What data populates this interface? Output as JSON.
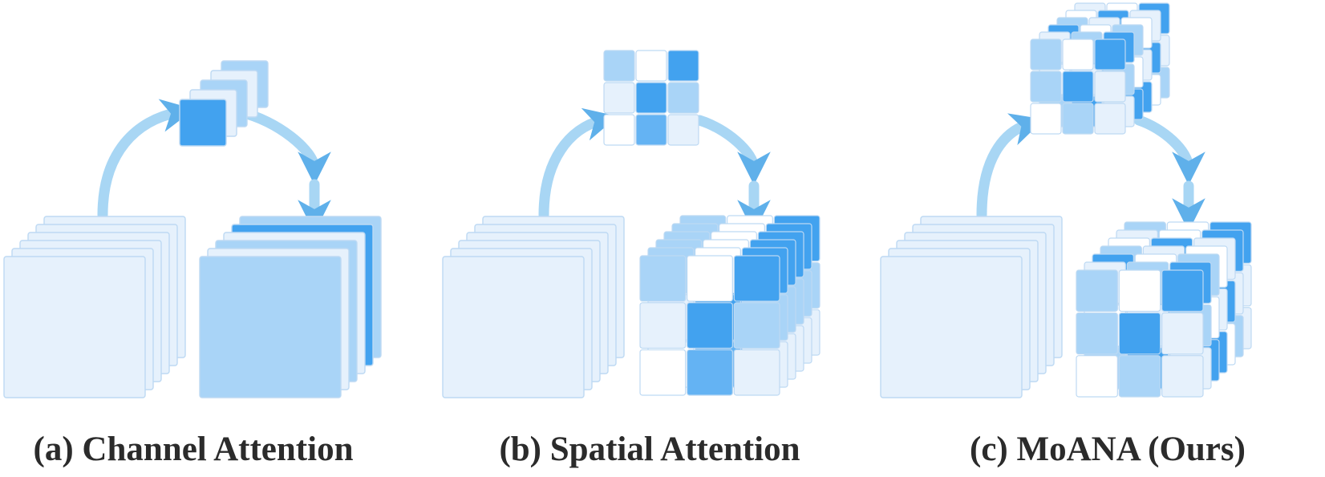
{
  "captions": {
    "channel": "(a) Channel Attention",
    "spatial": "(b) Spatial Attention",
    "moana": "(c) MoANA (Ours)"
  },
  "colors": {
    "pale": "#e6f1fc",
    "light": "#a9d4f7",
    "mid": "#64b3f3",
    "dark": "#42a2ef",
    "white": "#ffffff",
    "border": "#bdd9f3",
    "arrow": "#a8d6f4",
    "arrow_head": "#5fb0ea",
    "text": "#2b2b2b"
  },
  "attention": {
    "channel_weights": [
      "dark",
      "pale",
      "light",
      "pale",
      "light"
    ],
    "spatial_grid": [
      [
        "light",
        "white",
        "dark"
      ],
      [
        "pale",
        "dark",
        "light"
      ],
      [
        "white",
        "mid",
        "pale"
      ]
    ],
    "moana_grids": [
      [
        [
          "light",
          "white",
          "dark"
        ],
        [
          "light",
          "dark",
          "pale"
        ],
        [
          "white",
          "light",
          "pale"
        ]
      ],
      [
        [
          "pale",
          "light",
          "dark"
        ],
        [
          "white",
          "pale",
          "light"
        ],
        [
          "light",
          "dark",
          "pale"
        ]
      ],
      [
        [
          "dark",
          "white",
          "light"
        ],
        [
          "pale",
          "mid",
          "white"
        ],
        [
          "light",
          "pale",
          "dark"
        ]
      ],
      [
        [
          "light",
          "pale",
          "white"
        ],
        [
          "dark",
          "light",
          "pale"
        ],
        [
          "pale",
          "white",
          "dark"
        ]
      ],
      [
        [
          "white",
          "dark",
          "pale"
        ],
        [
          "light",
          "white",
          "dark"
        ],
        [
          "pale",
          "light",
          "white"
        ]
      ],
      [
        [
          "pale",
          "white",
          "dark"
        ],
        [
          "white",
          "light",
          "pale"
        ],
        [
          "dark",
          "pale",
          "light"
        ]
      ]
    ]
  }
}
